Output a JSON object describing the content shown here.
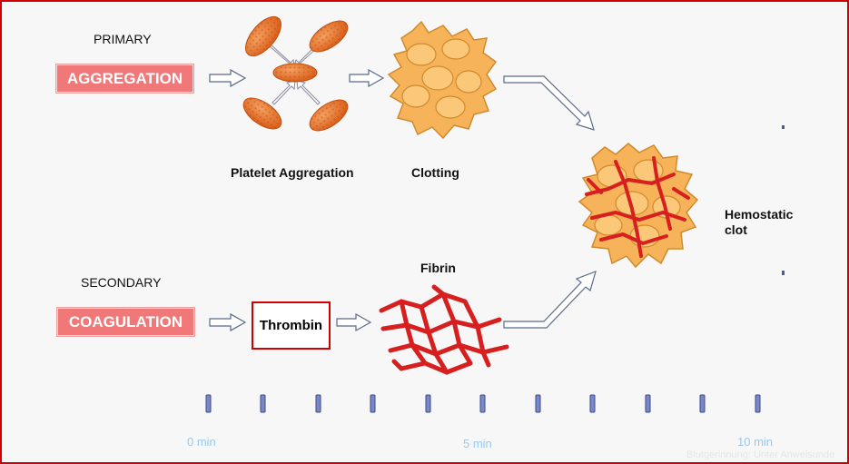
{
  "primary": {
    "heading": "PRIMARY",
    "button": "AGGREGATION"
  },
  "secondary": {
    "heading": "SECONDARY",
    "button": "COAGULATION"
  },
  "steps": {
    "platelet_aggregation": "Platelet Aggregation",
    "clotting": "Clotting",
    "thrombin": "Thrombin",
    "fibrin": "Fibrin",
    "hemostatic_line1": "Hemostatic",
    "hemostatic_line2": "clot"
  },
  "timeline": {
    "t0": "0 min",
    "t5": "5 min",
    "t10": "10 min"
  },
  "watermark": "Blutgerinnung: Unter Anweisunde",
  "colors": {
    "accent_red": "#d10000",
    "pill_pink": "#f07878",
    "platelet_orange": "#e8782a",
    "fibrin_red": "#d81f1f",
    "clot_tan": "#f7b35a",
    "timeline_blue": "#9ac8ec"
  }
}
